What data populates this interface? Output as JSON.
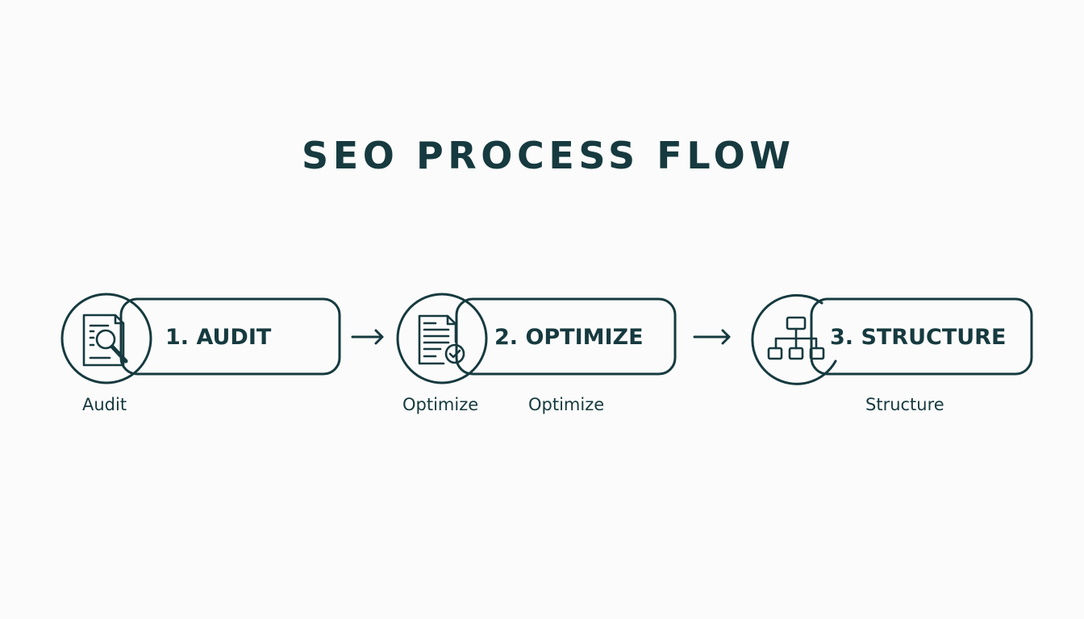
{
  "title": "SEO PROCESS FLOW",
  "colors": {
    "primary": "#163a3f",
    "background": "#fafbfa"
  },
  "steps": [
    {
      "label": "1. AUDIT",
      "icon": "document-magnifier-icon"
    },
    {
      "label": "2. OPTIMIZE",
      "icon": "document-check-icon"
    },
    {
      "label": "3. STRUCTURE",
      "icon": "sitemap-icon"
    }
  ],
  "captions": [
    "Audit",
    "Optimize",
    "Optimize",
    "Structure"
  ]
}
